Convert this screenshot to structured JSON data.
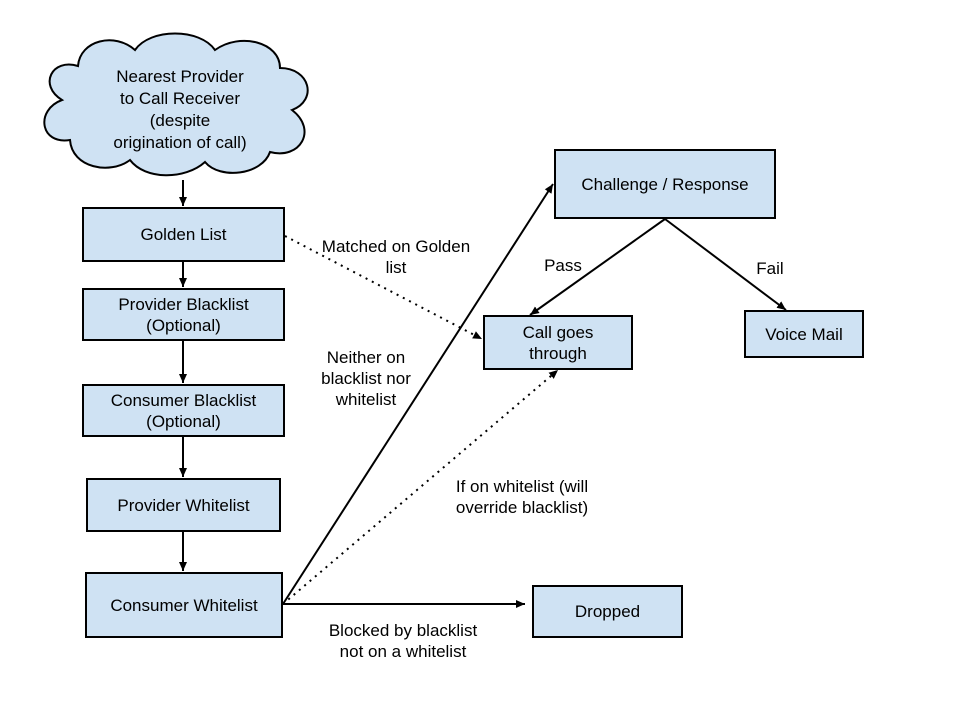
{
  "colors": {
    "node_fill": "#cfe2f3",
    "stroke": "#000000",
    "background": "#ffffff"
  },
  "nodes": {
    "nearest_provider": "Nearest Provider\nto Call Receiver\n(despite\norigination of call)",
    "golden_list": "Golden List",
    "provider_blacklist": "Provider Blacklist\n(Optional)",
    "consumer_blacklist": "Consumer Blacklist\n(Optional)",
    "provider_whitelist": "Provider Whitelist",
    "consumer_whitelist": "Consumer Whitelist",
    "challenge_response": "Challenge / Response",
    "call_goes_through": "Call goes\nthrough",
    "voice_mail": "Voice Mail",
    "dropped": "Dropped"
  },
  "edge_labels": {
    "matched_golden": "Matched on Golden\nlist",
    "pass": "Pass",
    "fail": "Fail",
    "neither": "Neither on\nblacklist nor\nwhitelist",
    "if_whitelist": "If on whitelist (will\noverride blacklist)",
    "blocked": "Blocked by blacklist\nnot on a whitelist"
  }
}
